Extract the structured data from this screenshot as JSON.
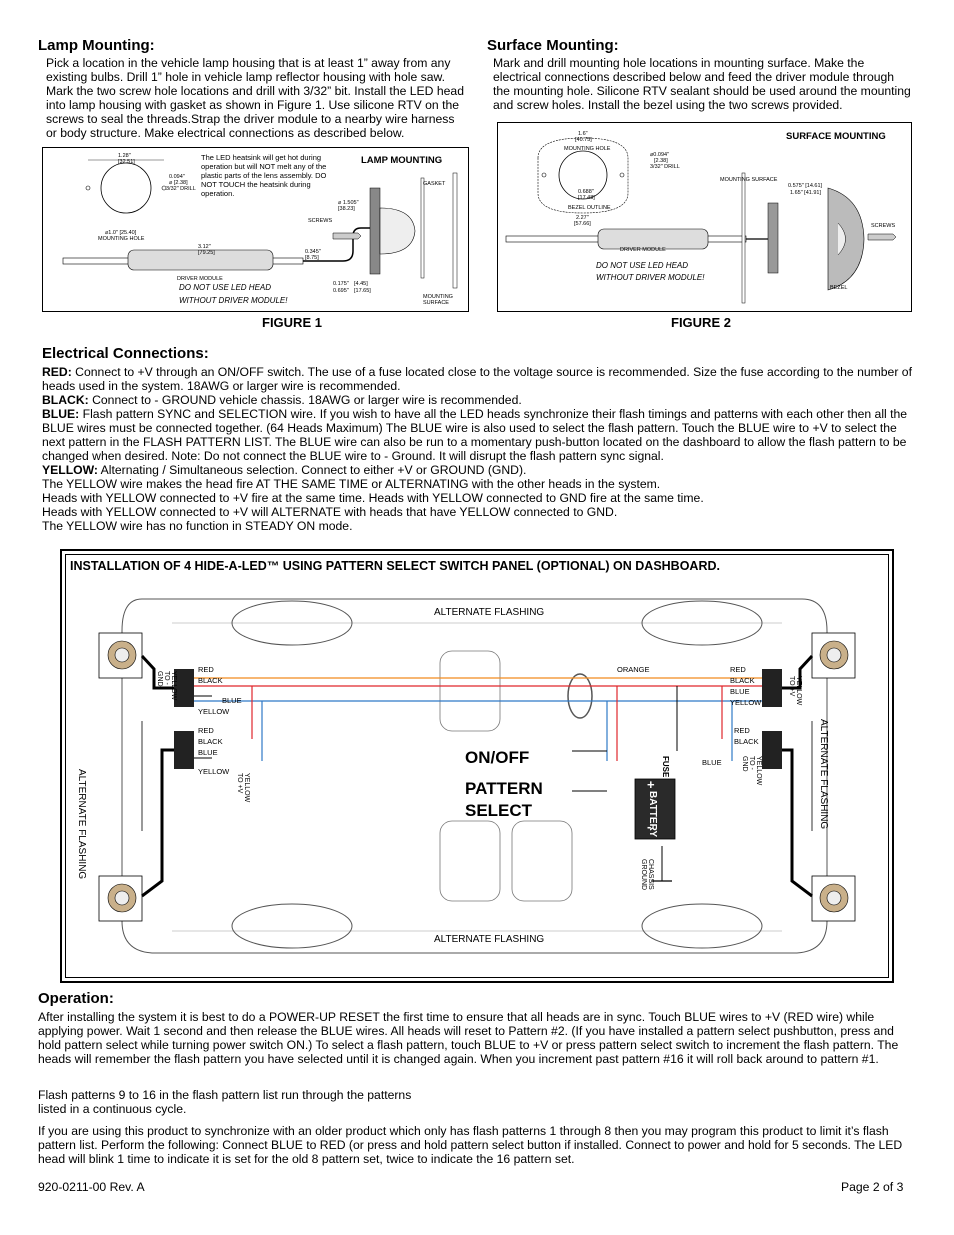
{
  "lamp": {
    "title": "Lamp Mounting:",
    "text": "Pick a location in the vehicle lamp housing that is at least 1” away from any existing bulbs. Drill 1” hole in vehicle lamp reflector housing with hole saw. Mark the two screw hole locations and drill with 3/32” bit. Install the LED head into lamp housing with gasket as shown in Figure 1. Use silicone RTV on the screws to seal the threads.Strap the driver module to a nearby wire harness or body structure. Make electrical connections as described below.",
    "figure": {
      "header": "LAMP MOUNTING",
      "note": "The LED heatsink will get hot during operation but will NOT melt any of the plastic parts of the lens assembly. DO NOT TOUCH the heatsink during operation.",
      "dim_top": "1.28\"",
      "dim_top_mm": "[32.51]",
      "dim_drill": "0.094\"",
      "dim_drill_mm": "⌀ [2.38]",
      "drill_note": "3/32\" DRILL",
      "dim_hole": "⌀1.0\" [25.40]",
      "hole_label": "MOUNTING HOLE",
      "dim_1505": "⌀ 1.505\"",
      "dim_1505_mm": "[38.23]",
      "screws": "SCREWS",
      "gasket": "GASKET",
      "dim_312": "3.12\"",
      "dim_312_mm": "[79.25]",
      "dim_345": "0.345\"",
      "dim_345_mm": "[8.75]",
      "driver": "DRIVER MODULE",
      "dim_175": "0.175\"",
      "dim_175_mm": "[4.45]",
      "dim_695": "0.695\"",
      "dim_695_mm": "[17.65]",
      "mounting_surface": "MOUNTING SURFACE",
      "warn1": "DO NOT USE LED HEAD",
      "warn2": "WITHOUT DRIVER MODULE!",
      "caption": "FIGURE 1"
    }
  },
  "surface": {
    "title": "Surface Mounting:",
    "text": "Mark and drill mounting hole locations in mounting surface. Make the electrical connections described below and feed the driver module through the mounting hole. Silicone RTV sealant should be used around the mounting and screw holes. Install the bezel using the two screws provided.",
    "figure": {
      "header": "SURFACE MOUNTING",
      "dim_top": "1.6\"",
      "dim_top_mm": "[40.75]",
      "mounting_hole": "MOUNTING HOLE",
      "dim_094": "⌀0.094\"",
      "dim_094_mm": "[2.38]",
      "drill": "3/32\" DRILL",
      "dim_688": "0.688\"",
      "dim_688_mm": "[17.48]",
      "bezel_outline": "BEZEL OUTLINE",
      "dim_227": "2.27\"",
      "dim_227_mm": "[57.66]",
      "mounting_surface": "MOUNTING SURFACE",
      "dim_575": "0.575\" [14.61]",
      "dim_165": "1.65\" [41.91]",
      "screws": "SCREWS",
      "driver": "DRIVER MODULE",
      "bezel": "BEZEL",
      "warn1": "DO NOT USE LED HEAD",
      "warn2": "WITHOUT DRIVER MODULE!",
      "caption": "FIGURE 2"
    }
  },
  "electrical": {
    "title": "Electrical Connections:",
    "red_label": "RED:",
    "red_text": " Connect to +V through an ON/OFF switch. The use of a fuse located close to the voltage source is recommended. Size the fuse according to the number of heads used in the system. 18AWG or larger wire is recommended.",
    "black_label": "BLACK:",
    "black_text": " Connect to - GROUND vehicle chassis. 18AWG or larger wire is recommended.",
    "blue_label": "BLUE:",
    "blue_text": " Flash pattern SYNC and SELECTION wire. If you wish to have all the LED heads synchronize  their flash timings and patterns with each other then all the BLUE wires must be connected together. (64 Heads Maximum) The BLUE wire is also used to select the flash pattern. Touch the BLUE wire to +V to select the next pattern in the FLASH PATTERN LIST.  The BLUE wire can also be run to a momentary push-button located on the dashboard to allow the flash pattern to be changed when desired. Note: Do not connect the BLUE wire to - Ground. It will disrupt the flash pattern sync signal.",
    "yellow_label": "YELLOW:",
    "yellow_text": " Alternating / Simultaneous selection.  Connect to either +V or GROUND (GND).",
    "line1": "The YELLOW wire makes the head fire AT THE SAME TIME or ALTERNATING with the other heads in the system.",
    "line2": "Heads with YELLOW connected to +V fire at the same time. Heads with YELLOW connected to GND fire at the same time.",
    "line3": "Heads with YELLOW connected to +V will ALTERNATE with heads that have YELLOW connected to GND.",
    "line4": "The YELLOW wire has no function in STEADY ON mode."
  },
  "diagram": {
    "title": "INSTALLATION OF 4 HIDE-A-LED™ USING PATTERN SELECT SWITCH PANEL (OPTIONAL) ON DASHBOARD.",
    "alt_top": "ALTERNATE FLASHING",
    "alt_bottom": "ALTERNATE FLASHING",
    "alt_left": "ALTERNATE FLASHING",
    "alt_right": "ALTERNATE FLASHING",
    "red": "RED",
    "black": "BLACK",
    "blue": "BLUE",
    "yellow": "YELLOW",
    "orange": "ORANGE",
    "yellow_gnd": "YELLOW TO - GND",
    "yellow_v": "YELLOW TO +V",
    "on_off": "ON/OFF",
    "pattern1": "PATTERN",
    "pattern2": "SELECT",
    "fuse": "FUSE",
    "battery": "BATTERY",
    "chassis": "CHASSIS GROUND",
    "plus": "+",
    "minus": "-",
    "colors": {
      "red": "#e0262b",
      "black": "#000000",
      "blue": "#2f79c6",
      "yellow": "#f2c315",
      "orange": "#f28b1e"
    }
  },
  "operation": {
    "title": "Operation:",
    "p1": "After installing the system it is best to do a POWER-UP RESET the first time to ensure that all heads are in sync. Touch BLUE wires to +V (RED wire) while applying power. Wait 1 second and then release the BLUE wires. All heads will reset to Pattern #2. (If you have installed a pattern select pushbutton, press and hold pattern select while turning power switch ON.) To select a flash pattern, touch BLUE to +V or press pattern select switch to increment the flash pattern. The heads will remember the flash pattern you have selected until it is changed again. When you increment past pattern #16 it will roll back around to pattern #1.",
    "p2a": "Flash patterns 9 to 16 in the flash pattern list run through the patterns",
    "p2b": "listed in a continuous cycle.",
    "p3": "If you are using this product to synchronize with an older product which only has flash patterns 1 through 8 then you may program this product to limit it’s flash pattern list. Perform the following: Connect BLUE to RED (or press and hold pattern select button if installed. Connect to power and hold for 5 seconds. The LED head will blink 1 time to indicate it is set for the old 8 pattern set, twice to indicate the 16 pattern set."
  },
  "footer": {
    "doc": "920-0211-00 Rev. A",
    "page": "Page 2 of 3"
  }
}
